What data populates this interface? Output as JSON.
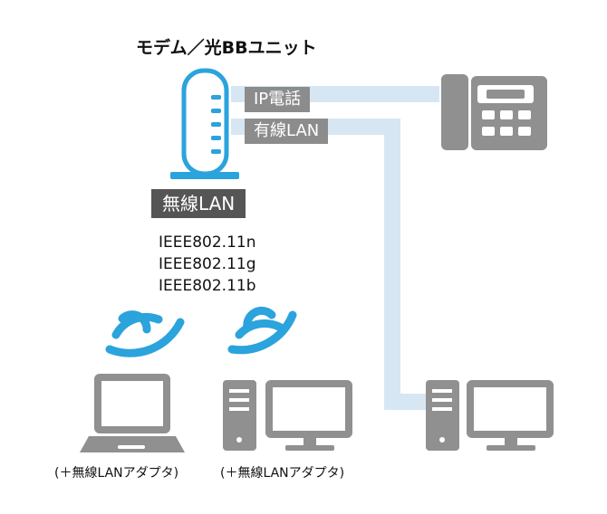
{
  "modem": {
    "title": "モデム／光BBユニット"
  },
  "connections": {
    "ip_phone": "IP電話",
    "wired_lan": "有線LAN",
    "wireless_lan": "無線LAN"
  },
  "standards": [
    "IEEE802.11n",
    "IEEE802.11g",
    "IEEE802.11b"
  ],
  "captions": [
    "(＋無線LANアダプタ)",
    "(＋無線LANアダプタ)"
  ],
  "colors": {
    "device": "#909090",
    "accent": "#2ba3dc",
    "line": "#d6e7f3",
    "tag": "#8c8c8c",
    "tag_dark": "#555555"
  }
}
